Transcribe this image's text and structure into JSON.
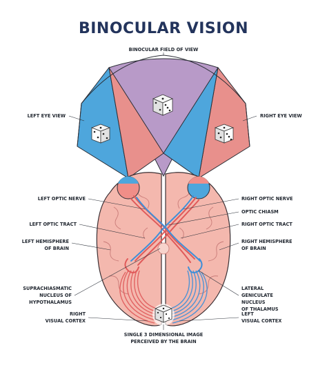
{
  "title": "BINOCULAR VISION",
  "colors": {
    "binocular_field": "#b89ac8",
    "left_eye_field": "#4ea6dc",
    "right_eye_field": "#e8908c",
    "brain_pink": "#f4b8ae",
    "left_tract": "#e05a5a",
    "right_tract": "#3f8fd8"
  },
  "labels": {
    "binocular_field": "BINOCULAR FIELD OF VIEW",
    "left_eye_view": "LEFT EYE VIEW",
    "right_eye_view": "RIGHT EYE VIEW",
    "left_optic_nerve": "LEFT OPTIC NERVE",
    "right_optic_nerve": "RIGHT OPTIC NERVE",
    "optic_chiasm": "OPTIC CHIASM",
    "left_optic_tract": "LEFT OPTIC TRACT",
    "right_optic_tract": "RIGHT OPTIC TRACT",
    "left_hemisphere_1": "LEFT HEMISPHERE",
    "left_hemisphere_2": "OF BRAIN",
    "right_hemisphere_1": "RIGHT HEMISPHERE",
    "right_hemisphere_2": "OF BRAIN",
    "suprachiasmatic_1": "SUPRACHIASMATIC",
    "suprachiasmatic_2": "NUCLEUS OF",
    "suprachiasmatic_3": "HYPOTHALAMUS",
    "lateral_geniculate_1": "LATERAL",
    "lateral_geniculate_2": "GENICULATE",
    "lateral_geniculate_3": "NUCLEUS",
    "lateral_geniculate_4": "OF THALAMUS",
    "right_visual_cortex_1": "RIGHT",
    "right_visual_cortex_2": "VISUAL CORTEX",
    "left_visual_cortex_1": "LEFT",
    "left_visual_cortex_2": "VISUAL CORTEX",
    "single_image_1": "SINGLE 3 DIMENSIONAL IMAGE",
    "single_image_2": "PERCEIVED BY THE BRAIN"
  }
}
